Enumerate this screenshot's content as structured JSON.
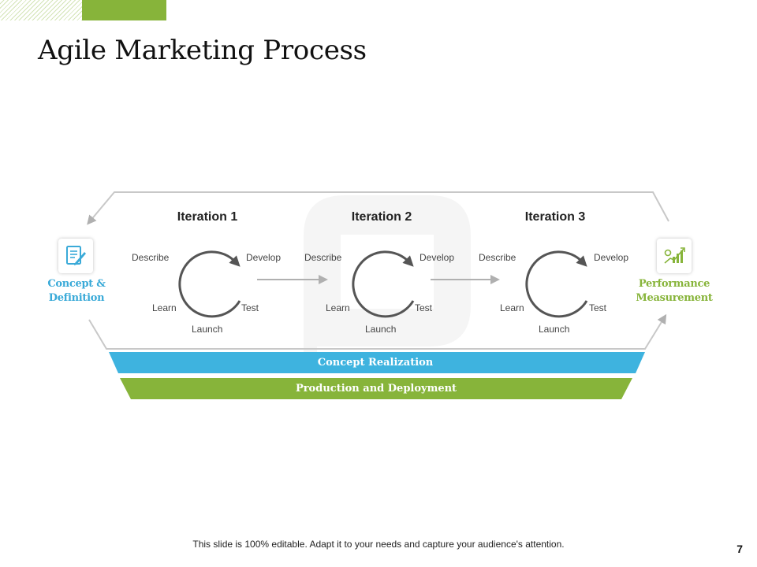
{
  "title": "Agile Marketing Process",
  "iterations": [
    {
      "title": "Iteration 1",
      "describe": "Describe",
      "develop": "Develop",
      "learn": "Learn",
      "test": "Test",
      "launch": "Launch"
    },
    {
      "title": "Iteration 2",
      "describe": "Describe",
      "develop": "Develop",
      "learn": "Learn",
      "test": "Test",
      "launch": "Launch"
    },
    {
      "title": "Iteration 3",
      "describe": "Describe",
      "develop": "Develop",
      "learn": "Learn",
      "test": "Test",
      "launch": "Launch"
    }
  ],
  "left": {
    "line1": "Concept &",
    "line2": "Definition",
    "icon": "document-edit-icon",
    "color": "#3aaad8"
  },
  "right": {
    "line1": "Performance",
    "line2": "Measurement",
    "icon": "growth-chart-icon",
    "color": "#87b43a"
  },
  "bands": {
    "blue_label": "Concept Realization",
    "green_label": "Production and Deployment",
    "blue_color": "#3eb3df",
    "green_color": "#87b43a"
  },
  "footer": "This slide is 100% editable. Adapt it to your needs and capture your audience's attention.",
  "page_number": "7"
}
